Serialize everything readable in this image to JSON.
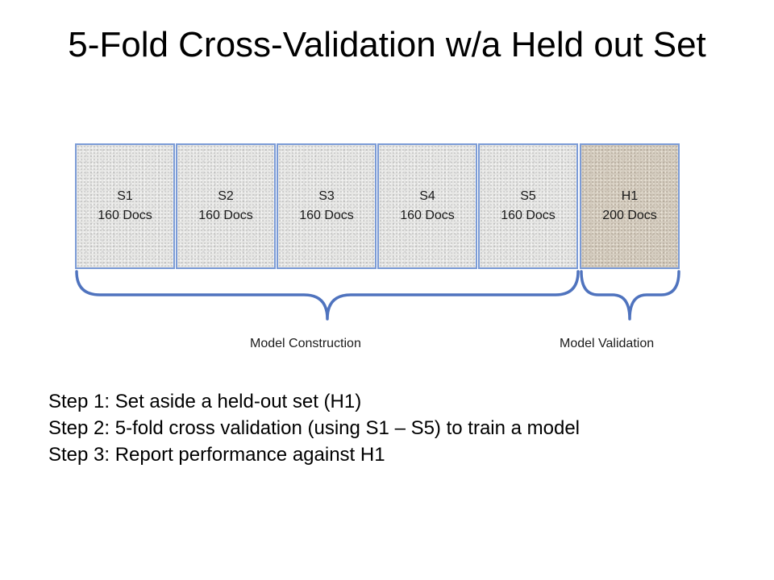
{
  "slide": {
    "title": "5-Fold Cross-Validation w/a Held out Set",
    "folds": [
      {
        "name": "S1",
        "docs": "160 Docs"
      },
      {
        "name": "S2",
        "docs": "160 Docs"
      },
      {
        "name": "S3",
        "docs": "160 Docs"
      },
      {
        "name": "S4",
        "docs": "160 Docs"
      },
      {
        "name": "S5",
        "docs": "160 Docs"
      },
      {
        "name": "H1",
        "docs": "200 Docs"
      }
    ],
    "brace_labels": {
      "construction": "Model Construction",
      "validation": "Model Validation"
    },
    "steps": [
      "Step 1: Set aside a held-out set (H1)",
      "Step 2: 5-fold cross validation (using S1 – S5) to train a model",
      "Step 3: Report performance against H1"
    ]
  },
  "colors": {
    "fold_border": "#7b9bd6",
    "brace": "#4f73be",
    "train_fill": "#e7e7e5",
    "heldout_fill": "#d4ccbf"
  }
}
